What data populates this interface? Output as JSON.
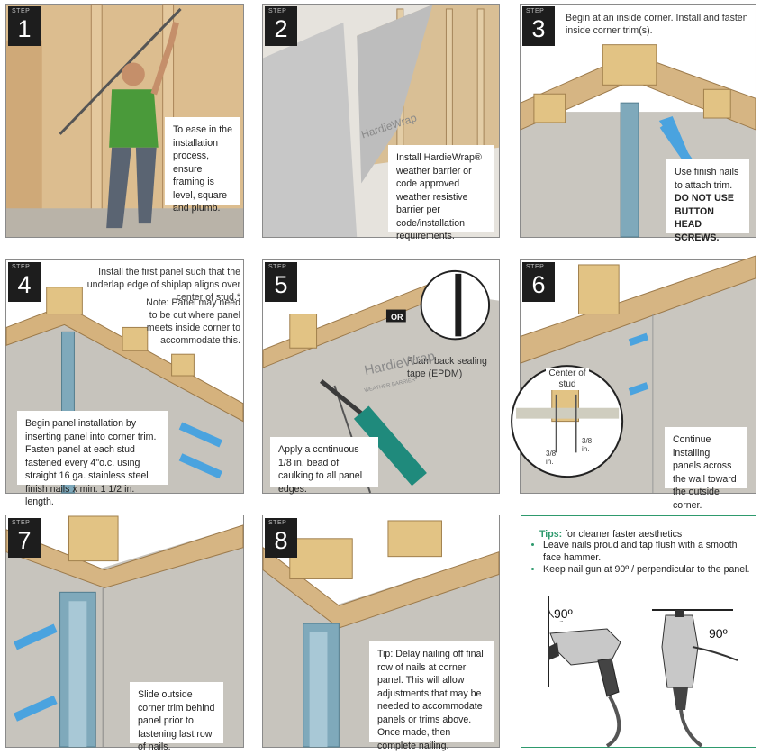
{
  "step_label": "STEP",
  "steps": [
    {
      "num": "1",
      "text": "To ease in the installation process, ensure framing is level, square and plumb."
    },
    {
      "num": "2",
      "text": "Install HardieWrap® weather barrier or code approved weather resistive barrier per code/installation requirements.",
      "brand": "HardieWrap"
    },
    {
      "num": "3",
      "header": "Begin at an inside corner. Install and fasten inside corner trim(s).",
      "text": "Use finish nails to attach trim.",
      "warning": "DO NOT USE BUTTON HEAD SCREWS."
    },
    {
      "num": "4",
      "header": "Install the first panel such that the underlap edge of shiplap aligns over center of stud.*",
      "note": "Note: Panel may need to be cut where panel meets inside corner to accommodate this.",
      "text": "Begin panel installation by inserting panel into corner trim. Fasten panel at each stud fastened every 4\"o.c. using straight 16 ga. stainless steel finish nails x min. 1 1/2 in. length."
    },
    {
      "num": "5",
      "text": "Apply a continuous 1/8 in. bead of caulking to all panel edges.",
      "or_label": "OR",
      "tape_label": "Foam back sealing tape (EPDM)",
      "brand": "HardieWrap",
      "brand_sub": "WEATHER BARRIER"
    },
    {
      "num": "6",
      "text": "Continue installing panels across the wall toward the outside corner.",
      "callout_title": "Center of stud",
      "dim_a": "3/8 in.",
      "dim_b": "3/8 in."
    },
    {
      "num": "7",
      "text": "Slide outside corner trim behind panel prior to fastening last row of nails."
    },
    {
      "num": "8",
      "text": "Tip: Delay nailing off final row of nails at corner panel. This will allow adjustments that may be needed to accommodate panels or trims above. Once made, then complete nailing."
    }
  ],
  "tips": {
    "title": "Tips:",
    "subtitle": "for cleaner faster aesthetics",
    "items": [
      "Leave nails proud and tap flush with a smooth face hammer.",
      "Keep nail gun at 90º / perpendicular to the panel."
    ],
    "angle_left": "90º",
    "angle_right": "90º"
  },
  "colors": {
    "accent": "#2e9a6d",
    "arrow": "#4aa3df",
    "badge": "#1d1d1d",
    "osb": "#d7b98a",
    "panel": "#c9c6bf",
    "trim": "#7fa9bb"
  }
}
